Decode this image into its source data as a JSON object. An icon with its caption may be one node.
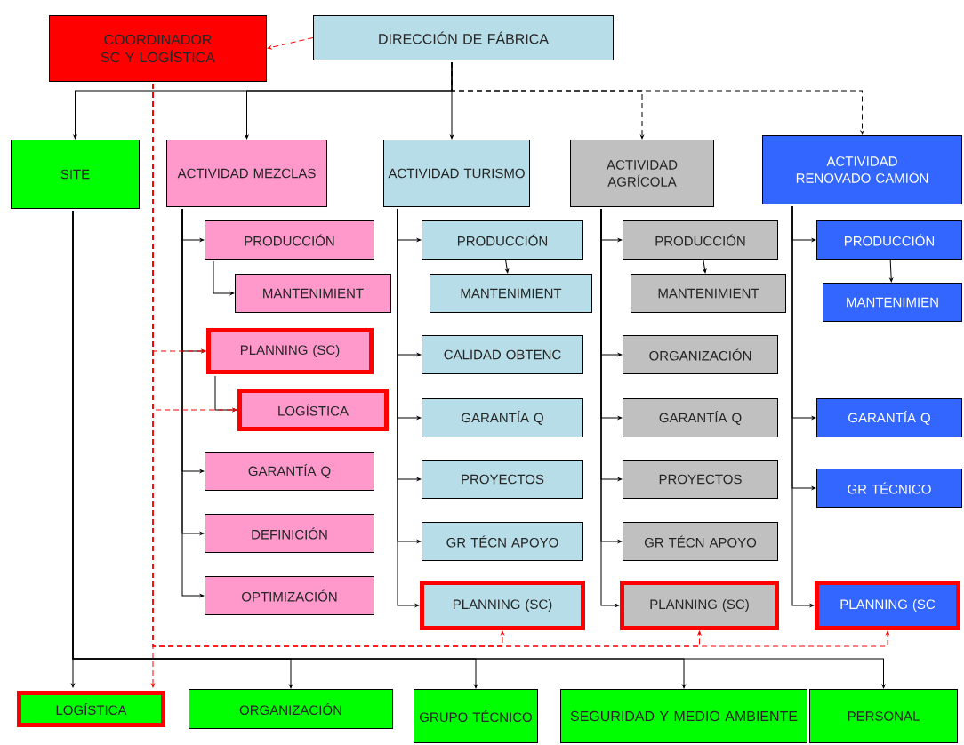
{
  "diagram": {
    "nodes": [
      {
        "text": [
          "COORDINADOR SC Y LOGÍSTICA"
        ]
      },
      {
        "text": [
          "DIRECCIÓN DE FÁBRICA"
        ]
      },
      {
        "text": [
          "SITE"
        ]
      },
      {
        "text": [
          "ACTIVIDAD MEZCLAS"
        ]
      },
      {
        "text": [
          "ACTIVIDAD TURISMO"
        ]
      },
      {
        "text": [
          "ACTIVIDAD AGRÍCOLA"
        ]
      },
      {
        "text": [
          "ACTIVIDAD RENOVADO CAMIÓN"
        ]
      },
      {
        "text": [
          "PRODUCCIÓN"
        ]
      },
      {
        "text": [
          "MANTENIMIENT"
        ]
      },
      {
        "text": [
          "PLANNING (SC)"
        ]
      },
      {
        "text": [
          "LOGÍSTICA"
        ]
      },
      {
        "text": [
          "GARANTÍA Q"
        ]
      },
      {
        "text": [
          "DEFINICIÓN"
        ]
      },
      {
        "text": [
          "OPTIMIZACIÓN"
        ]
      },
      {
        "text": [
          "PRODUCCIÓN"
        ]
      },
      {
        "text": [
          "MANTENIMIENT"
        ]
      },
      {
        "text": [
          "CALIDAD OBTENC"
        ]
      },
      {
        "text": [
          "GARANTÍA Q"
        ]
      },
      {
        "text": [
          "PROYECTOS"
        ]
      },
      {
        "text": [
          "GR TÉCN APOYO"
        ]
      },
      {
        "text": [
          "PLANNING (SC)"
        ]
      },
      {
        "text": [
          "PRODUCCIÓN"
        ]
      },
      {
        "text": [
          "MANTENIMIENT"
        ]
      },
      {
        "text": [
          "ORGANIZACIÓN"
        ]
      },
      {
        "text": [
          "GARANTÍA Q"
        ]
      },
      {
        "text": [
          "PROYECTOS"
        ]
      },
      {
        "text": [
          "GR TÉCN APOYO"
        ]
      },
      {
        "text": [
          "PLANNING (SC)"
        ]
      },
      {
        "text": [
          "PRODUCCIÓN"
        ]
      },
      {
        "text": [
          "MANTENIMIEN"
        ]
      },
      {
        "text": [
          "GARANTÍA Q"
        ]
      },
      {
        "text": [
          "GR TÉCNICO"
        ]
      },
      {
        "text": [
          "PLANNING (SC"
        ]
      },
      {
        "text": [
          "LOGÍSTICA"
        ]
      },
      {
        "text": [
          "ORGANIZACIÓN"
        ]
      },
      {
        "text": [
          "GRUPO TÉCNICO"
        ]
      },
      {
        "text": [
          "SEGURIDAD Y MEDIO AMBIENTE"
        ]
      },
      {
        "text": [
          "PERSONAL"
        ]
      }
    ],
    "edges": [
      {
        "from": 1,
        "to": 0,
        "arrow": "to",
        "style": "dashed",
        "color": "#ff0000"
      },
      {
        "from": 1,
        "to": 2,
        "arrow": "to"
      },
      {
        "from": 1,
        "to": 3,
        "arrow": "to"
      },
      {
        "from": 1,
        "to": 4,
        "arrow": "to"
      },
      {
        "from": 1,
        "to": 5,
        "arrow": "to",
        "style": "dashed"
      },
      {
        "from": 1,
        "to": 6,
        "arrow": "to",
        "style": "dashed"
      },
      {
        "from": 3,
        "to": 7,
        "arrow": "to"
      },
      {
        "from": 7,
        "to": 8,
        "arrow": "to"
      },
      {
        "from": 3,
        "to": 9,
        "arrow": "to"
      },
      {
        "from": 9,
        "to": 10,
        "arrow": "to"
      },
      {
        "from": 3,
        "to": 11,
        "arrow": "to"
      },
      {
        "from": 3,
        "to": 12,
        "arrow": "to"
      },
      {
        "from": 3,
        "to": 13,
        "arrow": "to"
      },
      {
        "from": 4,
        "to": 14,
        "arrow": "to"
      },
      {
        "from": 14,
        "to": 15,
        "arrow": "to"
      },
      {
        "from": 4,
        "to": 16,
        "arrow": "to"
      },
      {
        "from": 4,
        "to": 17,
        "arrow": "to"
      },
      {
        "from": 4,
        "to": 18,
        "arrow": "to"
      },
      {
        "from": 4,
        "to": 19,
        "arrow": "to"
      },
      {
        "from": 4,
        "to": 20,
        "arrow": "to"
      },
      {
        "from": 5,
        "to": 21,
        "arrow": "to"
      },
      {
        "from": 21,
        "to": 22,
        "arrow": "to"
      },
      {
        "from": 5,
        "to": 23,
        "arrow": "to"
      },
      {
        "from": 5,
        "to": 24,
        "arrow": "to"
      },
      {
        "from": 5,
        "to": 25,
        "arrow": "to"
      },
      {
        "from": 5,
        "to": 26,
        "arrow": "to"
      },
      {
        "from": 5,
        "to": 27,
        "arrow": "to"
      },
      {
        "from": 6,
        "to": 28,
        "arrow": "to"
      },
      {
        "from": 28,
        "to": 29,
        "arrow": "to"
      },
      {
        "from": 6,
        "to": 30,
        "arrow": "to"
      },
      {
        "from": 6,
        "to": 31,
        "arrow": "to"
      },
      {
        "from": 6,
        "to": 32,
        "arrow": "to"
      },
      {
        "from": 2,
        "to": 33,
        "arrow": "to"
      },
      {
        "from": 2,
        "to": 34,
        "arrow": "to"
      },
      {
        "from": 2,
        "to": 35,
        "arrow": "to"
      },
      {
        "from": 2,
        "to": 36,
        "arrow": "to"
      },
      {
        "from": 2,
        "to": 37,
        "arrow": "to"
      },
      {
        "from": 0,
        "to": 9,
        "arrow": "to",
        "style": "dashed",
        "color": "#ff0000"
      },
      {
        "from": 0,
        "to": 10,
        "arrow": "to",
        "style": "dashed",
        "color": "#ff0000"
      },
      {
        "from": 0,
        "to": 33,
        "arrow": "to",
        "style": "dashed",
        "color": "#ff0000"
      },
      {
        "from": 0,
        "to": 20,
        "arrow": "to",
        "style": "dashed",
        "color": "#ff0000"
      },
      {
        "from": 0,
        "to": 27,
        "arrow": "to",
        "style": "dashed",
        "color": "#ff0000"
      },
      {
        "from": 0,
        "to": 32,
        "arrow": "to",
        "style": "dashed",
        "color": "#ff0000"
      }
    ]
  }
}
